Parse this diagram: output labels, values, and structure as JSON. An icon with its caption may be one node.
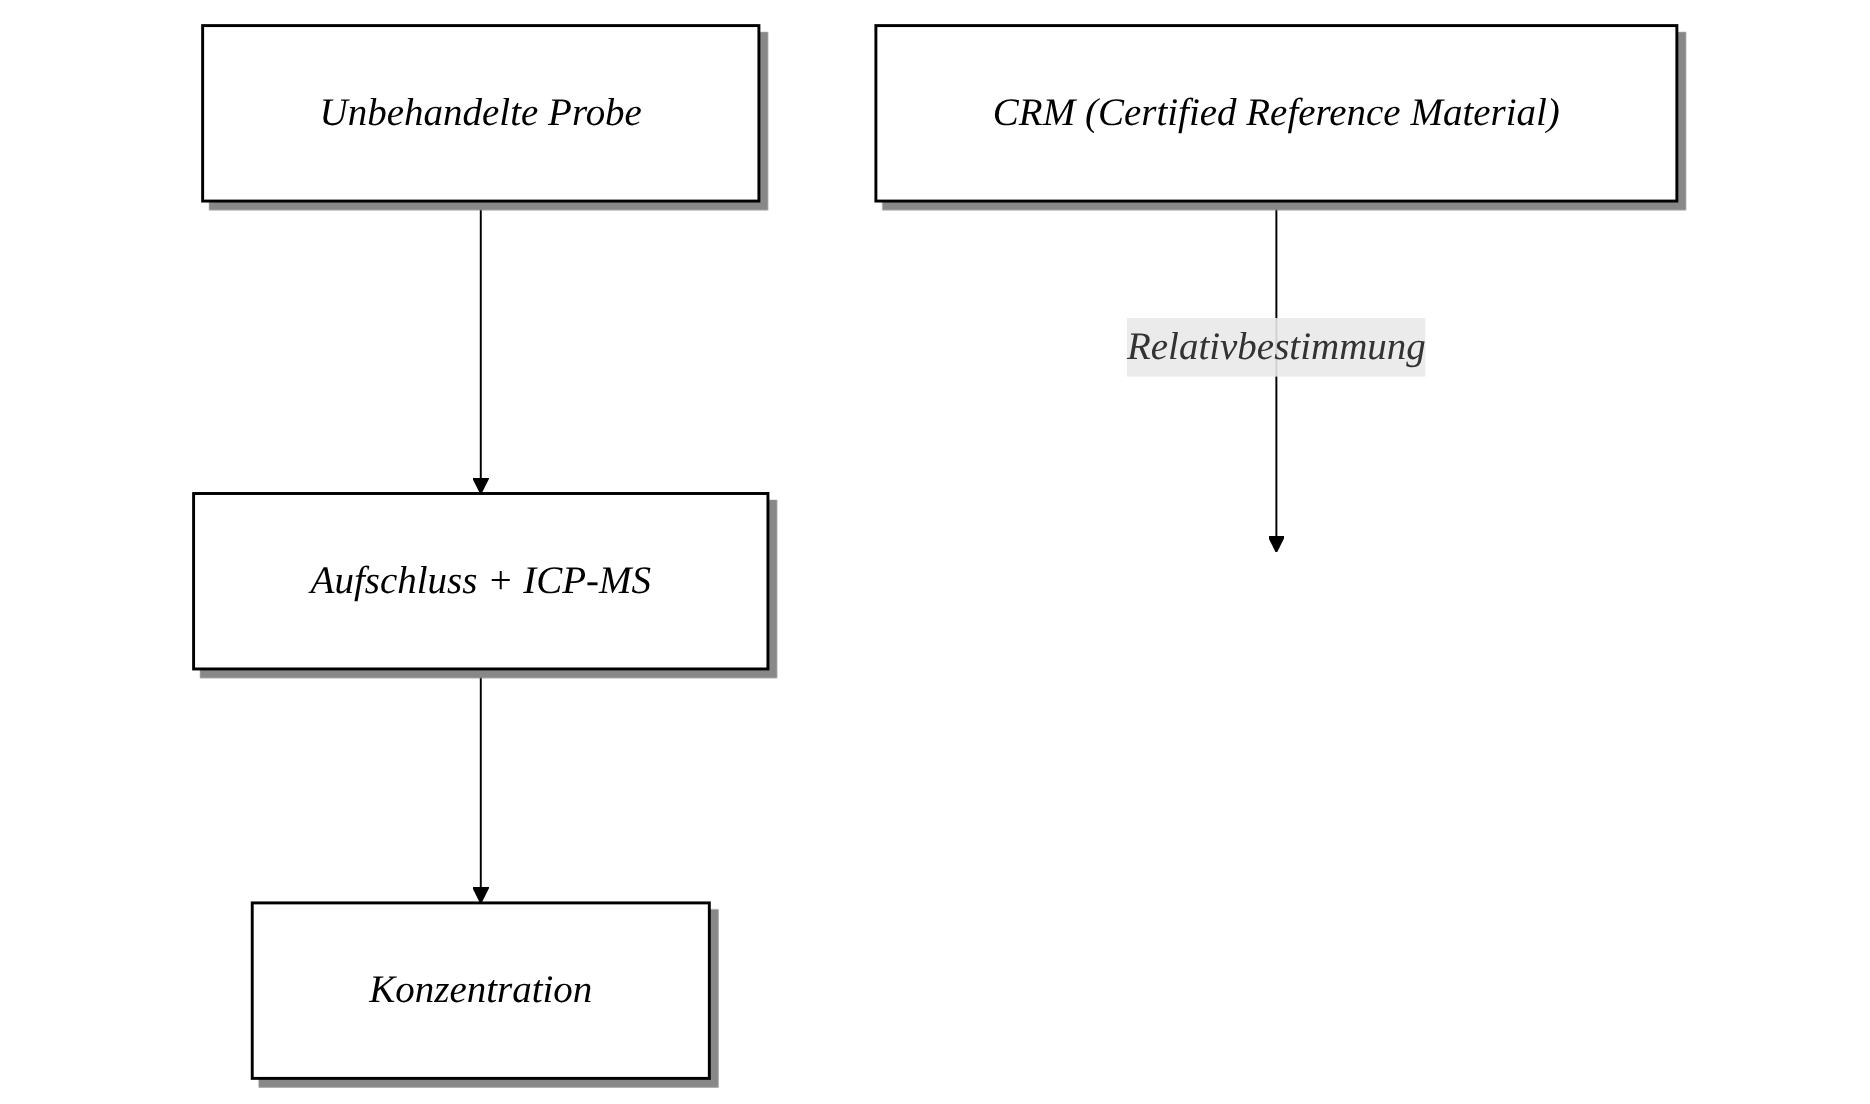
{
  "diagram": {
    "nodes": [
      {
        "text": [
          "Unbehandelte Probe"
        ]
      },
      {
        "text": [
          "Aufschluss + ICP-MS"
        ]
      },
      {
        "text": [
          "Konzentration"
        ]
      },
      {
        "text": [
          "CRM (Certified Reference Material)"
        ]
      }
    ],
    "edges": [
      {
        "from": 0,
        "to": 1,
        "arrow": "to"
      },
      {
        "from": 1,
        "to": 2,
        "arrow": "to"
      },
      {
        "from": 3,
        "to": null,
        "arrow": "to",
        "label": "Relativbestimmung"
      }
    ]
  }
}
